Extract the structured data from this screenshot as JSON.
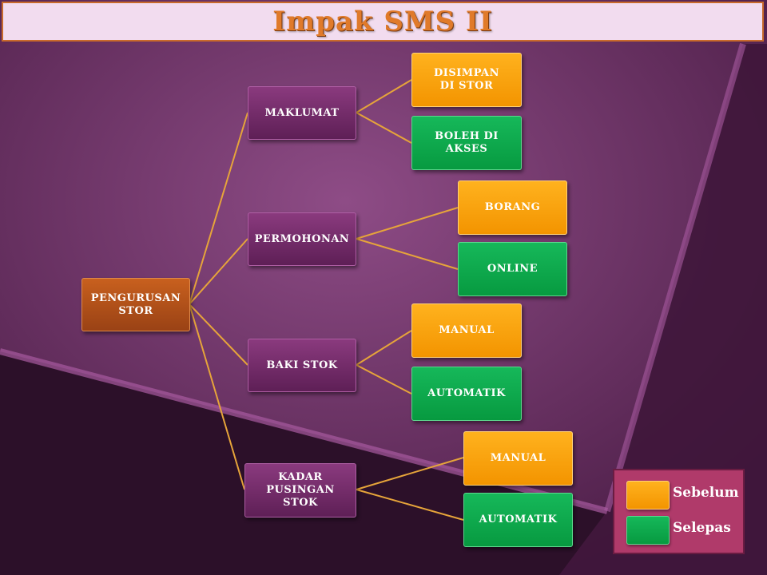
{
  "title": "Impak SMS II",
  "root": "PENGURUSAN\nSTOR",
  "branches": [
    {
      "label": "MAKLUMAT",
      "sebelum": "DISIMPAN\nDI STOR",
      "selepas": "BOLEH DI\nAKSES"
    },
    {
      "label": "PERMOHONAN",
      "sebelum": "BORANG",
      "selepas": "ONLINE"
    },
    {
      "label": "BAKI STOK",
      "sebelum": "MANUAL",
      "selepas": "AUTOMATIK"
    },
    {
      "label": "KADAR\nPUSINGAN\nSTOK",
      "sebelum": "MANUAL",
      "selepas": "AUTOMATIK"
    }
  ],
  "legend": {
    "sebelum": "Sebelum",
    "selepas": "Selepas"
  },
  "colors": {
    "sebelum": "#f7a10a",
    "selepas": "#0fae4f",
    "branch": "#6e2766",
    "root": "#b4521a",
    "connector": "#e6a43a"
  }
}
